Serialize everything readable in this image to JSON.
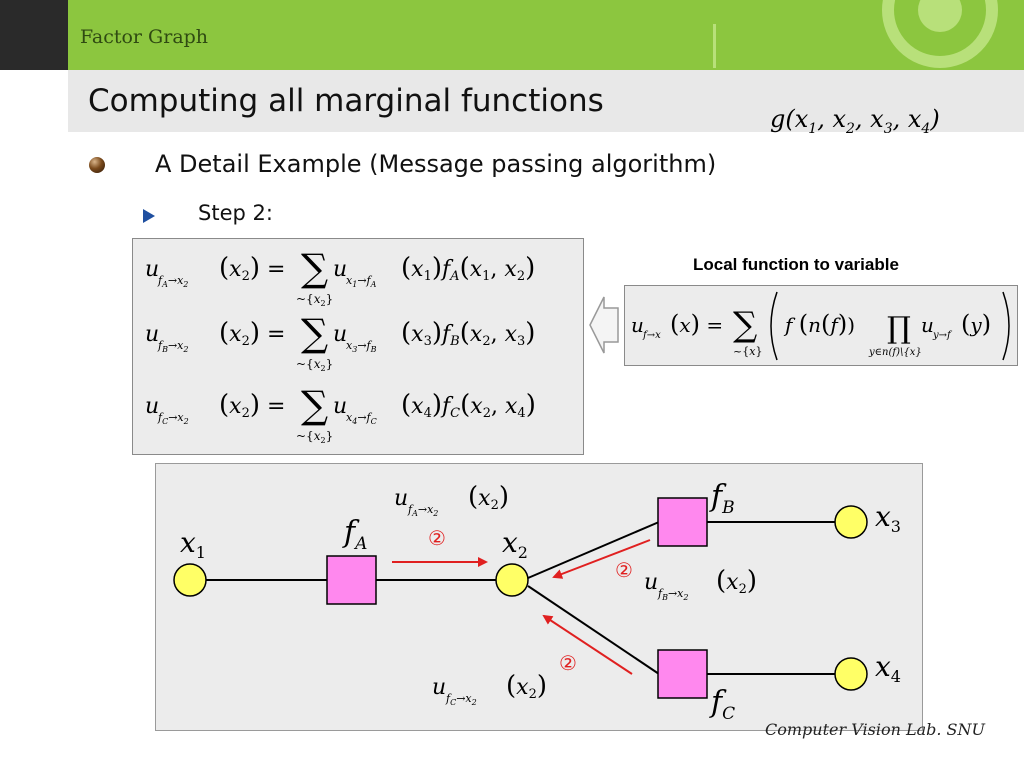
{
  "header": {
    "section_title": "Factor Graph"
  },
  "title": {
    "text": "Computing all marginal functions",
    "global_function": {
      "name": "g",
      "args": "x1, x2, x3, x4"
    }
  },
  "bullets": {
    "level1": "A Detail Example (Message passing algorithm)",
    "level2": "Step 2:"
  },
  "equations": [
    {
      "factor": "A",
      "in_var": "1",
      "args": "x1, x2"
    },
    {
      "factor": "B",
      "in_var": "3",
      "args": "x2, x3"
    },
    {
      "factor": "C",
      "in_var": "4",
      "args": "x2, x4"
    }
  ],
  "local_rule": {
    "title": "Local function to variable"
  },
  "graph": {
    "step_marker": "②",
    "variables": [
      "x1",
      "x2",
      "x3",
      "x4"
    ],
    "factors": [
      "fA",
      "fB",
      "fC"
    ],
    "messages": [
      "fA→x2",
      "fB→x2",
      "fC→x2"
    ]
  },
  "colors": {
    "header_green": "#8cc63f",
    "variable_node": "#ffff66",
    "factor_node": "#ff88ee",
    "message_arrow": "#e02020"
  },
  "footer": {
    "text": "Computer Vision Lab. SNU"
  }
}
